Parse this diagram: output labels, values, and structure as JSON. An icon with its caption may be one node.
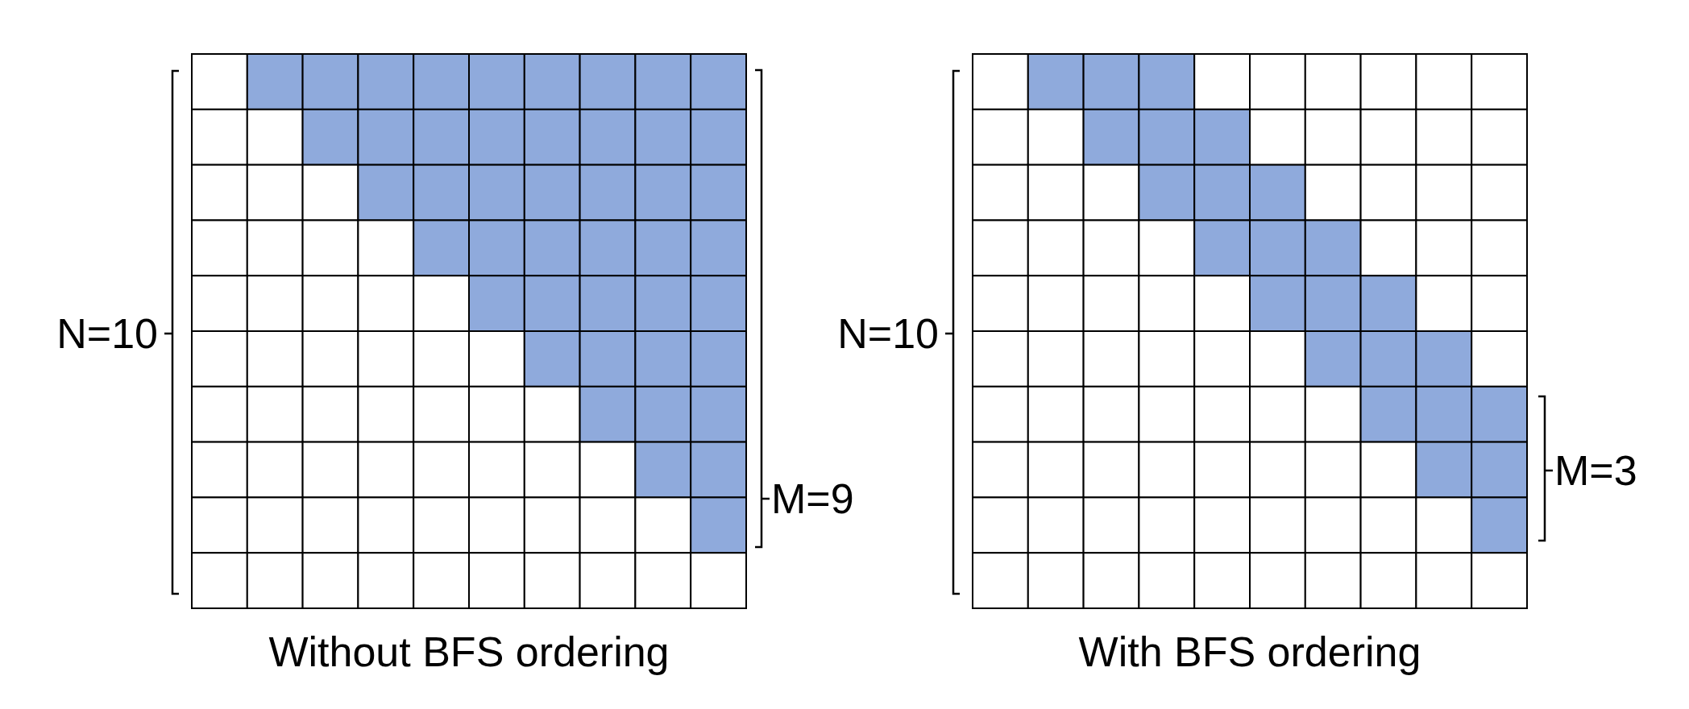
{
  "diagram": {
    "labels": [
      "N=10",
      "M=9",
      "Without BFS ordering",
      "N=10",
      "M=3",
      "With BFS ordering"
    ]
  }
}
